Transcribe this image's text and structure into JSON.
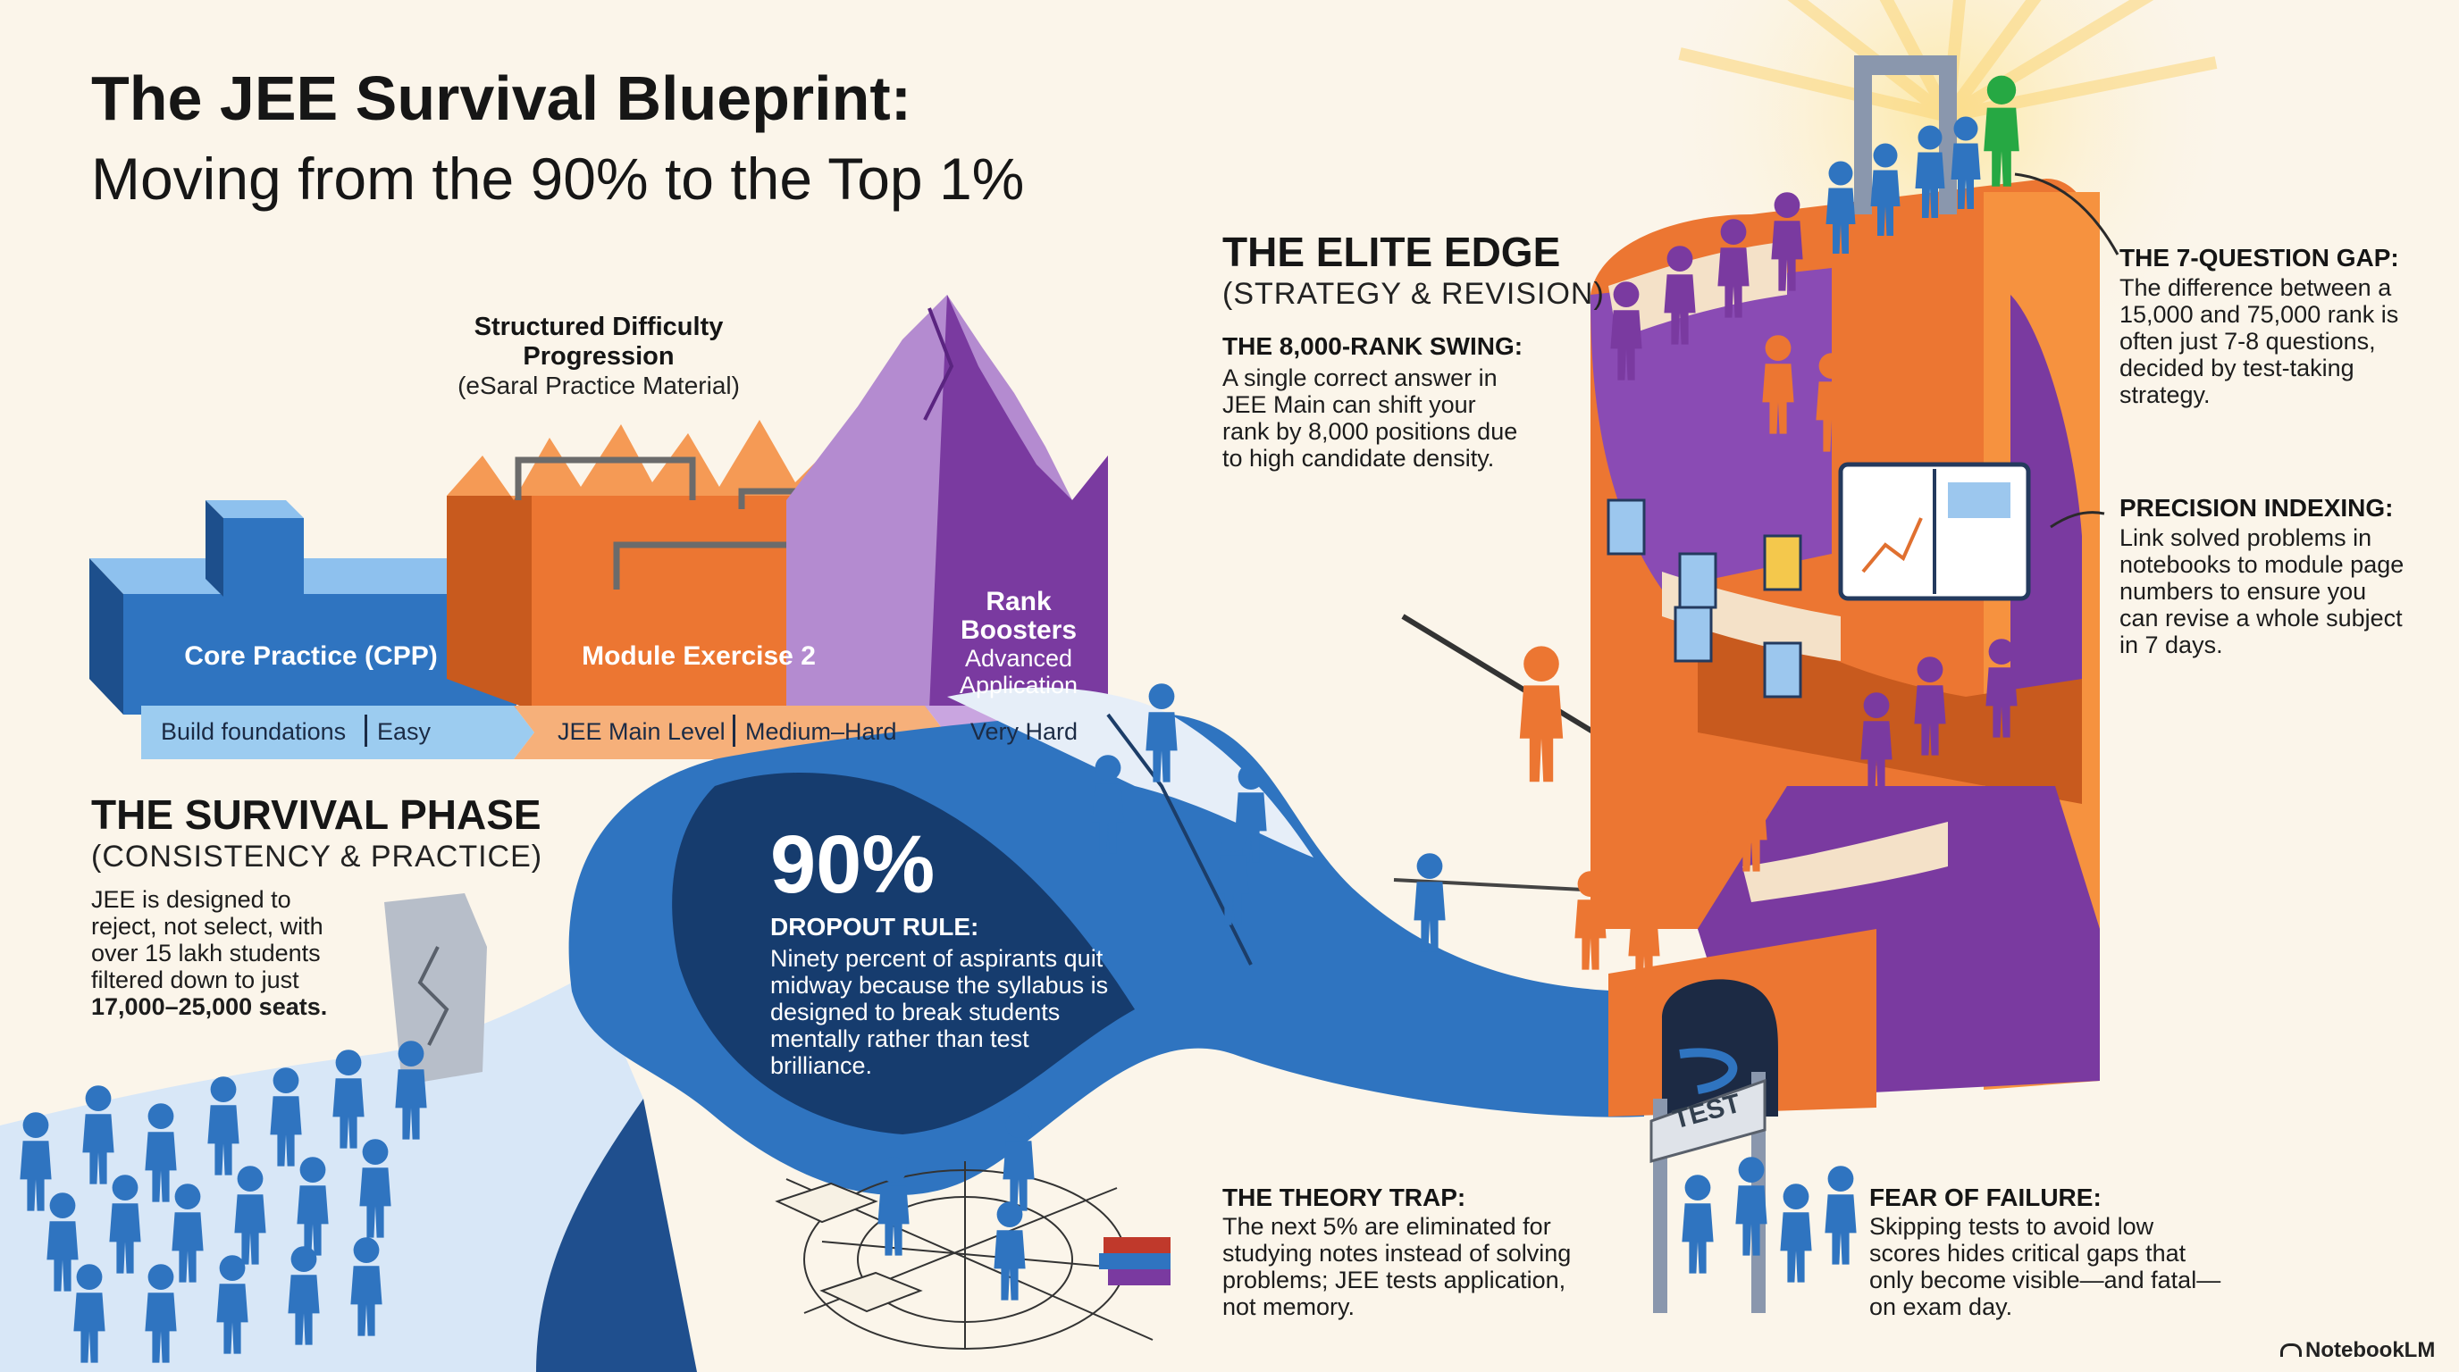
{
  "title": {
    "line1": "The JEE Survival Blueprint:",
    "line2": "Moving from the 90% to the Top 1%"
  },
  "difficulty": {
    "heading": "Structured Difficulty Progression",
    "subheading": "(eSaral Practice Material)",
    "tiers": [
      {
        "name": "Core Practice (CPP)",
        "level": "Build foundations",
        "difficulty": "Easy"
      },
      {
        "name": "Module Exercise 2",
        "level": "JEE Main Level",
        "difficulty": "Medium–Hard"
      },
      {
        "name": "Rank Boosters",
        "sub": "Advanced Application",
        "difficulty": "Very Hard"
      }
    ]
  },
  "survival": {
    "heading": "THE SURVIVAL PHASE",
    "sub": "(CONSISTENCY & PRACTICE)",
    "body": "JEE is designed to reject, not select, with over 15 lakh students filtered down to just",
    "seats": "17,000–25,000 seats."
  },
  "dropout": {
    "stat": "90%",
    "label": "DROPOUT RULE:",
    "body": "Ninety percent of aspirants quit midway because the syllabus is designed to break students mentally rather than test brilliance."
  },
  "elite": {
    "heading": "THE ELITE EDGE",
    "sub": "(STRATEGY & REVISION)",
    "swing_label": "THE 8,000-RANK SWING:",
    "swing_body": "A single correct answer in JEE Main can shift your rank by 8,000 positions due to high candidate density."
  },
  "gap": {
    "label": "THE 7-QUESTION GAP:",
    "body": "The difference between a 15,000 and 75,000 rank is often just 7-8 questions, decided by test-taking strategy."
  },
  "indexing": {
    "label": "PRECISION INDEXING:",
    "body": "Link solved problems in notebooks to module page numbers to ensure you can revise a whole subject in 7 days."
  },
  "theory": {
    "label": "THE THEORY TRAP:",
    "body": "The next 5% are eliminated for studying notes instead of solving problems; JEE tests application, not memory."
  },
  "fear": {
    "label": "FEAR OF FAILURE:",
    "body": "Skipping tests to avoid low scores hides critical gaps that only become visible—and fatal—on exam day."
  },
  "test_sign": "TEST",
  "brand": "NotebookLM",
  "colors": {
    "background": "#fbf5ea",
    "blue": "#2f74c0",
    "navy": "#163c6e",
    "orange": "#ec7632",
    "purple": "#7a3aa0",
    "light_purple": "#b48bd0"
  }
}
